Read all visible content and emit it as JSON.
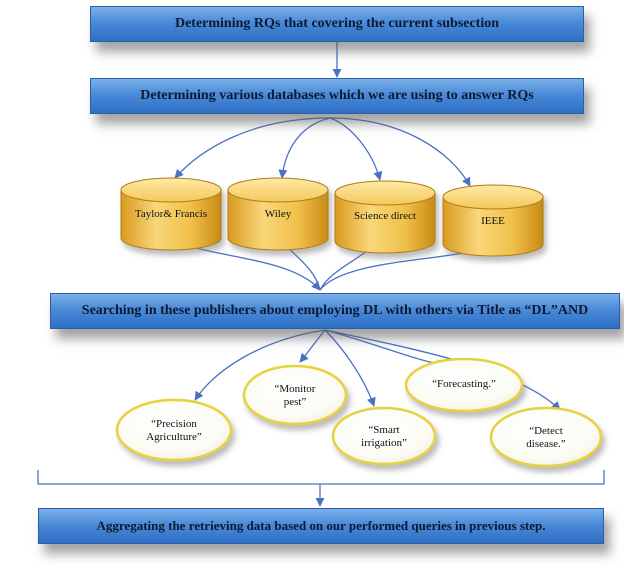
{
  "steps": {
    "step1": "Determining RQs that covering the current subsection",
    "step2": "Determining various databases which we are using to answer RQs",
    "step3": "Searching in these publishers about employing DL with others via Title as “DL”AND",
    "step4": "Aggregating the retrieving data based on our performed queries in previous step."
  },
  "databases": [
    "Taylor& Francis",
    "Wiley",
    "Science direct",
    "IEEE"
  ],
  "keywords": [
    {
      "line1": "“Precision",
      "line2": "Agriculture”"
    },
    {
      "line1": "“Monitor",
      "line2": "pest”"
    },
    {
      "line1": "“Smart",
      "line2": "irrigation”"
    },
    {
      "line1": "“Forecasting.”",
      "line2": ""
    },
    {
      "line1": "“Detect",
      "line2": "disease.”"
    }
  ],
  "colors": {
    "box_fill": "#4a8ad8",
    "arrow": "#4a72c4",
    "cylinder_fill": "#f2c24a",
    "ellipse_border": "#e6d23a"
  }
}
